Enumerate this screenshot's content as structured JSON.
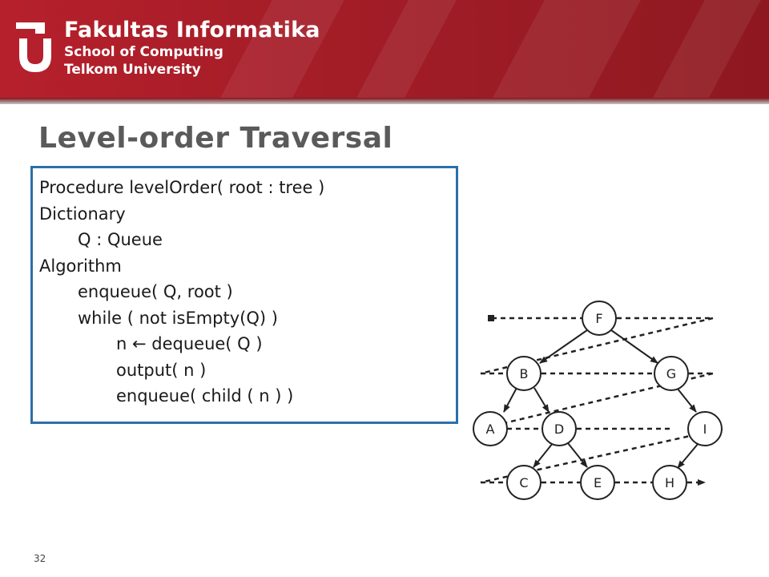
{
  "header": {
    "brand_line1": "Fakultas Informatika",
    "brand_line2": "School of Computing",
    "brand_line3": "Telkom University",
    "colors": {
      "banner": "#a41d27",
      "text": "#ffffff"
    }
  },
  "slide": {
    "title": "Level-order Traversal",
    "page_number": "32"
  },
  "code": {
    "border_color": "#2c6fa8",
    "lines": [
      {
        "text": "Procedure levelOrder( root : tree )",
        "indent": 0
      },
      {
        "text": "Dictionary",
        "indent": 0
      },
      {
        "text": "Q : Queue",
        "indent": 1
      },
      {
        "text": "Algorithm",
        "indent": 0
      },
      {
        "text": "enqueue( Q, root )",
        "indent": 1
      },
      {
        "text": "while ( not isEmpty(Q) )",
        "indent": 1
      },
      {
        "text": "n ← dequeue( Q )",
        "indent": 2
      },
      {
        "text": "output( n )",
        "indent": 2
      },
      {
        "text": "enqueue( child ( n ) )",
        "indent": 2
      }
    ]
  },
  "tree": {
    "nodes": [
      "F",
      "B",
      "G",
      "A",
      "D",
      "I",
      "C",
      "E",
      "H"
    ],
    "edges": [
      [
        "F",
        "B"
      ],
      [
        "F",
        "G"
      ],
      [
        "B",
        "A"
      ],
      [
        "B",
        "D"
      ],
      [
        "G",
        "I"
      ],
      [
        "D",
        "C"
      ],
      [
        "D",
        "E"
      ],
      [
        "I",
        "H"
      ]
    ]
  }
}
